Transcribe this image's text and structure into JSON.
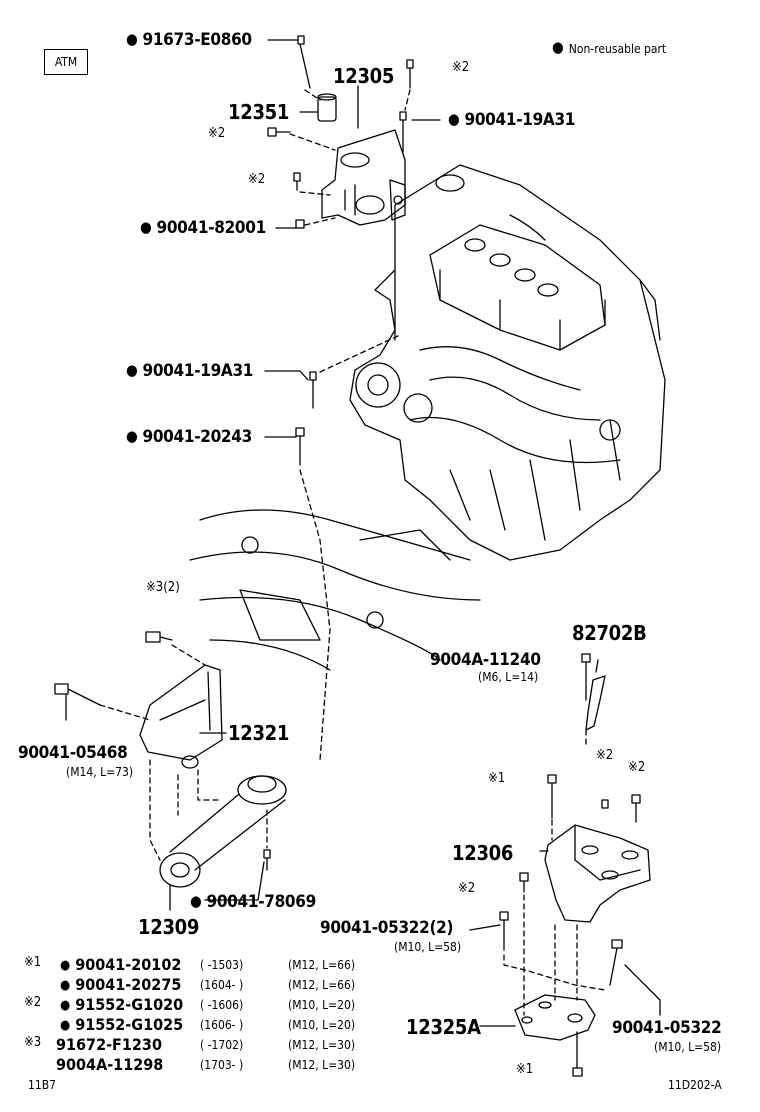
{
  "badge": "ATM",
  "note": "Non-reusable part",
  "marks": {
    "m1": "※1",
    "m2": "※2",
    "m3_2": "※3(2)"
  },
  "labels": {
    "p91673": "91673-E0860",
    "p12305": "12305",
    "p12351": "12351",
    "p19a31_top": "90041-19A31",
    "p82001": "90041-82001",
    "p19a31_mid": "90041-19A31",
    "p20243": "90041-20243",
    "p82702b": "82702B",
    "p11240": "9004A-11240",
    "p11240_spec": "(M6, L=14)",
    "p05468": "90041-05468",
    "p05468_spec": "(M14, L=73)",
    "p12321": "12321",
    "p12306": "12306",
    "p05322_2": "90041-05322(2)",
    "p05322_2_spec": "(M10, L=58)",
    "p78069": "90041-78069",
    "p12309": "12309",
    "p12325a": "12325A",
    "p05322": "90041-05322",
    "p05322_spec": "(M10, L=58)"
  },
  "legend": [
    {
      "mark": "※1",
      "part": "90041-20102",
      "dot": true,
      "range": "(        -1503)",
      "spec": "(M12, L=66)"
    },
    {
      "mark": "",
      "part": "90041-20275",
      "dot": true,
      "range": "(1604-        )",
      "spec": "(M12, L=66)"
    },
    {
      "mark": "※2",
      "part": "91552-G1020",
      "dot": true,
      "range": "(        -1606)",
      "spec": "(M10, L=20)"
    },
    {
      "mark": "",
      "part": "91552-G1025",
      "dot": true,
      "range": "(1606-        )",
      "spec": "(M10, L=20)"
    },
    {
      "mark": "※3",
      "part": "91672-F1230",
      "dot": false,
      "range": "(        -1702)",
      "spec": "(M12, L=30)"
    },
    {
      "mark": "",
      "part": "9004A-11298",
      "dot": false,
      "range": "(1703-        )",
      "spec": "(M12, L=30)"
    }
  ],
  "footer": {
    "left": "11B7",
    "right": "11D202-A"
  }
}
